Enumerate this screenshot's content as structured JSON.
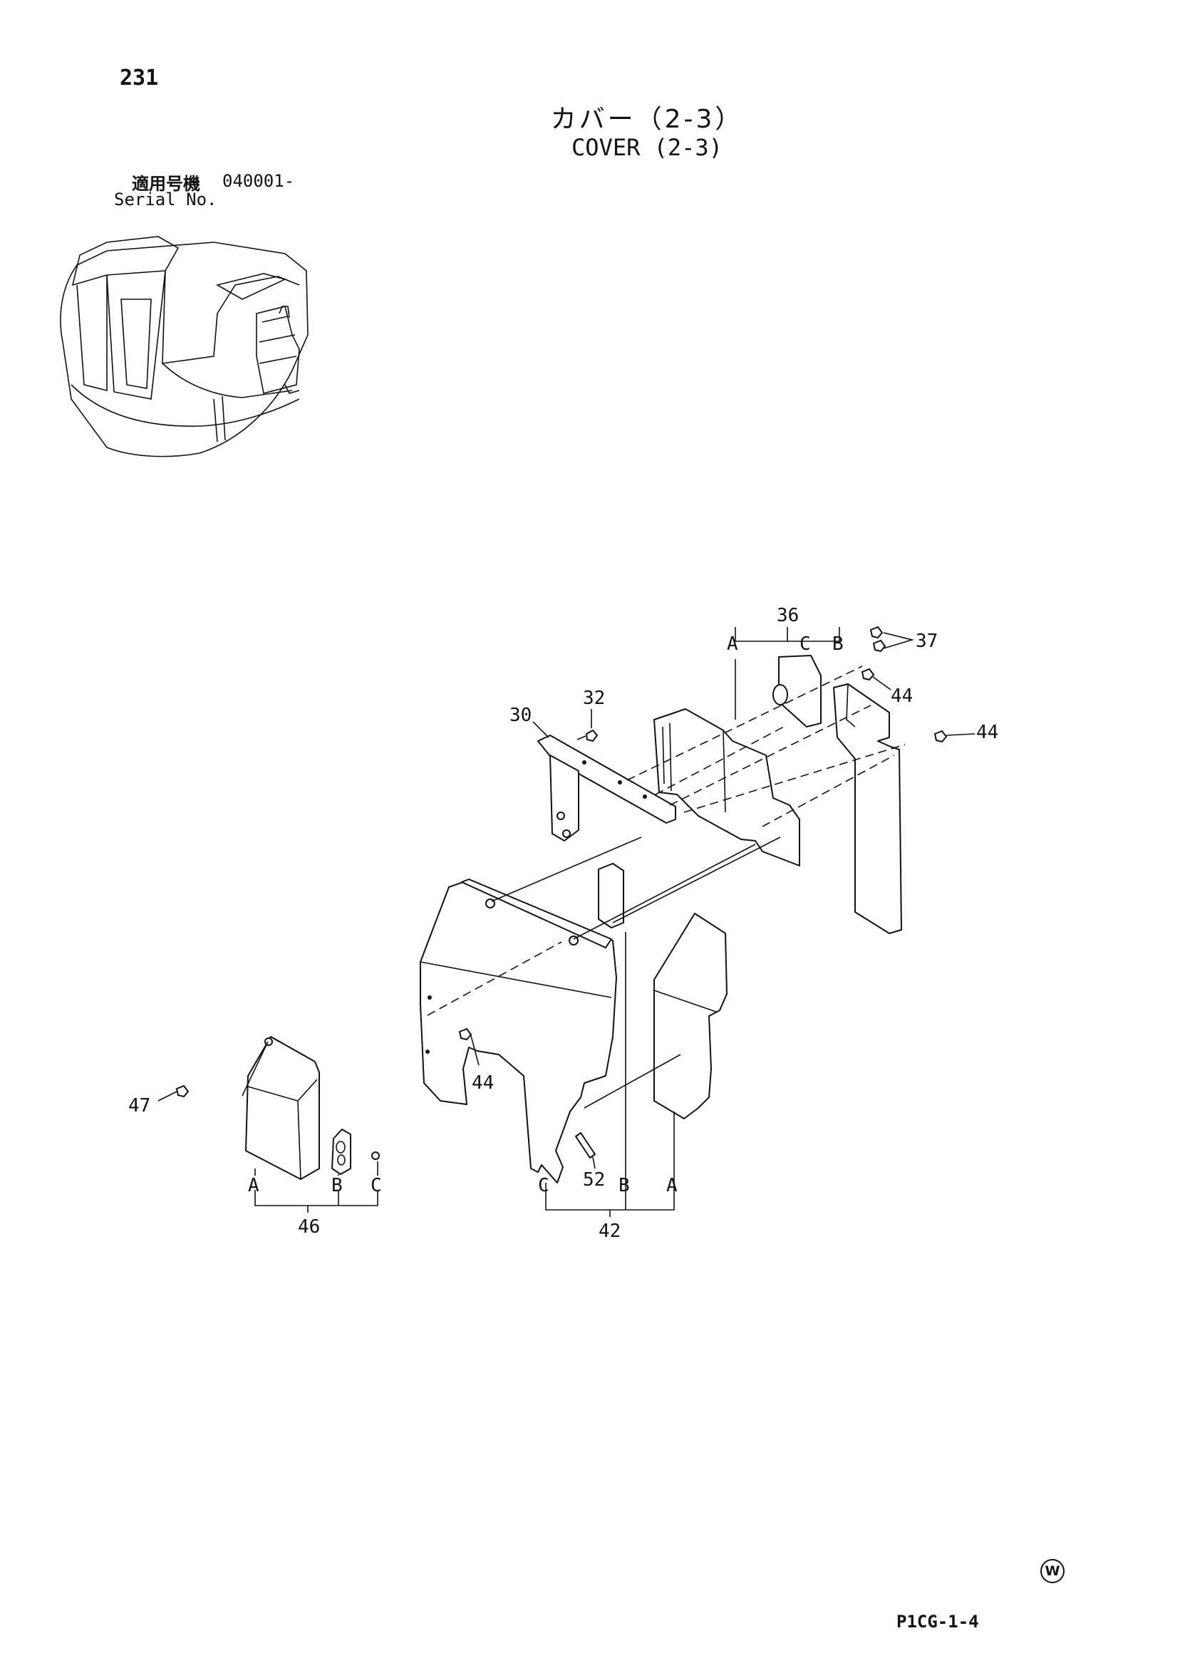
{
  "header": {
    "page_number": "231",
    "title_ja": "カバー（2-3）",
    "title_en": "COVER (2-3)",
    "serial_label_ja": "適用号機",
    "serial_value": "040001-",
    "serial_label_en": "Serial No."
  },
  "callouts": {
    "c30": "30",
    "c32": "32",
    "c36": "36",
    "c37": "37",
    "c44a": "44",
    "c44b": "44",
    "c44c": "44",
    "c42": "42",
    "c46": "46",
    "c47": "47",
    "c52": "52",
    "letters_36": [
      "A",
      "C",
      "B"
    ],
    "letters_42": [
      "C",
      "B",
      "A"
    ],
    "letters_46": [
      "A",
      "B",
      "C"
    ]
  },
  "footer": {
    "code": "P1CG-1-4",
    "mark": "W"
  }
}
